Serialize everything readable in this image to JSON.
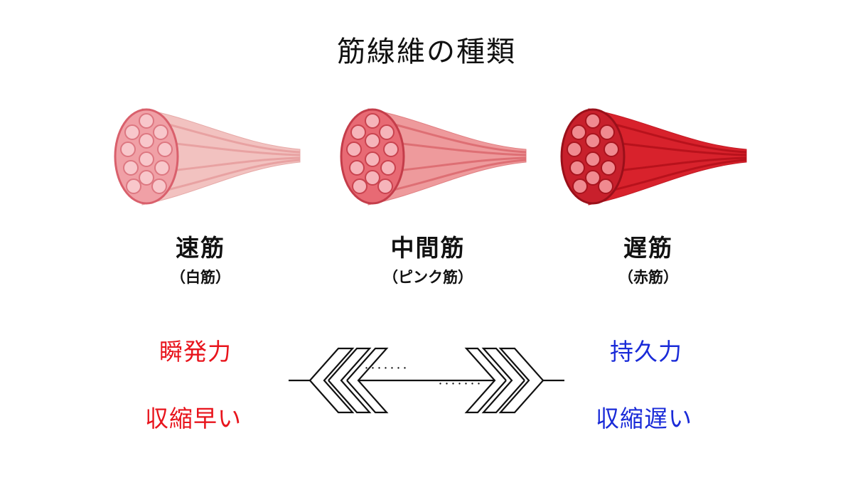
{
  "title": "筋線維の種類",
  "fibers": [
    {
      "name": "速筋",
      "sub": "（白筋）",
      "color": "#f3b5b5"
    },
    {
      "name": "中間筋",
      "sub": "（ピンク筋）",
      "color": "#ee8a8c"
    },
    {
      "name": "遅筋",
      "sub": "（赤筋）",
      "color": "#d8202a"
    }
  ],
  "left_props": {
    "power": "瞬発力",
    "speed": "収縮早い",
    "color": "#e8141c"
  },
  "right_props": {
    "power": "持久力",
    "speed": "収縮遅い",
    "color": "#1a2bd8"
  },
  "arrow_dots": "･･･････"
}
